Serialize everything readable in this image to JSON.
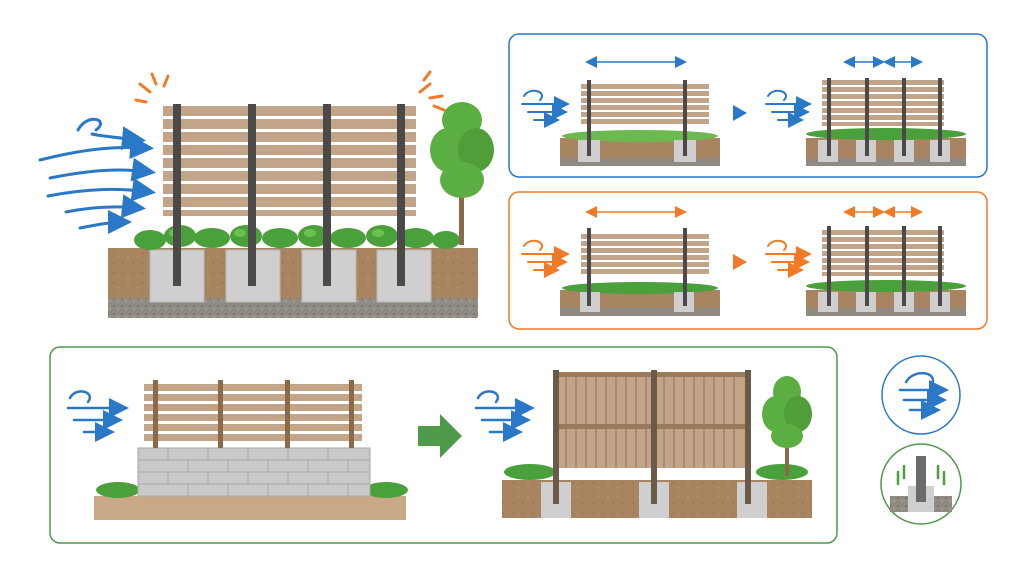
{
  "colors": {
    "wind_blue": "#2a78c8",
    "warning_orange": "#f07a28",
    "panel_green": "#4f9a4a",
    "wood_plank": "#c2a488",
    "post_dark": "#4c4a48",
    "soil": "#a88560",
    "concrete": "#cfcfcf",
    "foliage": "#4aa03a",
    "block_wall": "#c9c9c9"
  },
  "icons": {
    "main_wind": "wind-gust-icon",
    "impact": "stress-burst-icon",
    "step_arrow": "triangle-arrow-icon",
    "upgrade_arrow": "right-arrow-icon",
    "legend_wind": "wind-icon",
    "legend_post": "post-foundation-icon"
  },
  "main_scene": {
    "posts": 4,
    "foundations": 4,
    "planks": 9
  },
  "blue_panel": {
    "before": {
      "posts": 2,
      "span": "wide"
    },
    "after": {
      "posts": 4,
      "span": "narrow"
    }
  },
  "orange_panel": {
    "before": {
      "posts": 2,
      "span": "wide"
    },
    "after": {
      "posts": 4,
      "span": "narrow"
    }
  },
  "green_panel": {
    "before": {
      "base": "block-wall",
      "posts": 4
    },
    "after": {
      "base": "concrete-foundations",
      "posts": 3
    }
  }
}
